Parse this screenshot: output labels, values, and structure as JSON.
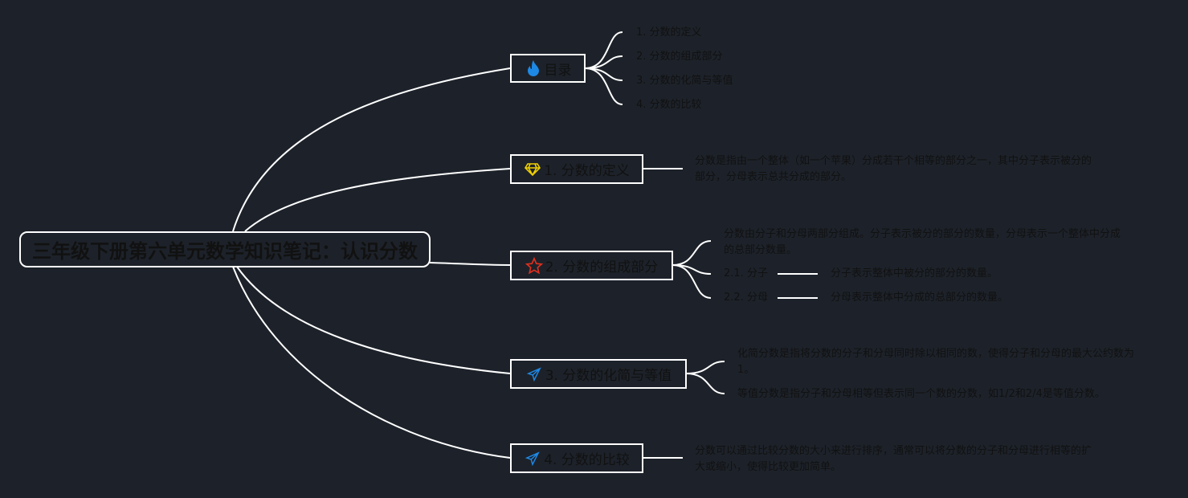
{
  "root": {
    "title": "三年级下册第六单元数学知识笔记：认识分数"
  },
  "toc": {
    "label": "目录",
    "icon": "fire-icon",
    "icon_color": "#1e88e5",
    "items": [
      "1. 分数的定义",
      "2. 分数的组成部分",
      "3. 分数的化简与等值",
      "4. 分数的比较"
    ]
  },
  "sec1": {
    "label": "1. 分数的定义",
    "icon": "diamond-icon",
    "icon_color": "#f0d000",
    "text": "分数是指由一个整体（如一个苹果）分成若干个相等的部分之一，其中分子表示被分的部分，分母表示总共分成的部分。"
  },
  "sec2": {
    "label": "2. 分数的组成部分",
    "icon": "star-icon",
    "icon_color": "#e0301e",
    "text": "分数由分子和分母两部分组成。分子表示被分的部分的数量，分母表示一个整体中分成的总部分数量。",
    "sub": [
      {
        "label": "2.1. 分子",
        "text": "分子表示整体中被分的部分的数量。"
      },
      {
        "label": "2.2. 分母",
        "text": "分母表示整体中分成的总部分的数量。"
      }
    ]
  },
  "sec3": {
    "label": "3. 分数的化简与等值",
    "icon": "paper-plane-icon",
    "icon_color": "#1e88e5",
    "texts": [
      "化简分数是指将分数的分子和分母同时除以相同的数，使得分子和分母的最大公约数为1。",
      "等值分数是指分子和分母相等但表示同一个数的分数，如1/2和2/4是等值分数。"
    ]
  },
  "sec4": {
    "label": "4. 分数的比较",
    "icon": "paper-plane-icon",
    "icon_color": "#1e88e5",
    "text": "分数可以通过比较分数的大小来进行排序，通常可以将分数的分子和分母进行相等的扩大或缩小，使得比较更加简单。"
  }
}
